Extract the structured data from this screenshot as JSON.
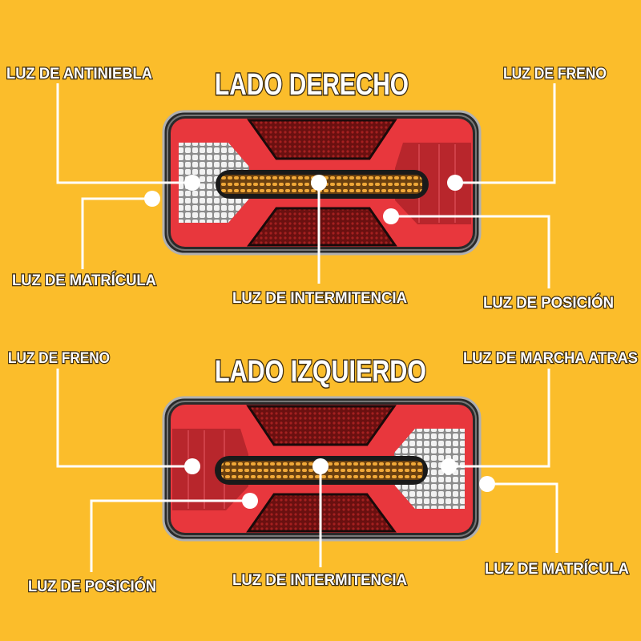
{
  "colors": {
    "background": "#fbbd2b",
    "lamp_red": "#e8373d",
    "amber": "#e8a030",
    "frame": "#9a9a9a"
  },
  "right_side": {
    "title": "LADO DERECHO",
    "labels": {
      "fog": "LUZ DE ANTINIEBLA",
      "plate": "LUZ DE MATRÍCULA",
      "indicator": "LUZ DE INTERMITENCIA",
      "brake": "LUZ DE FRENO",
      "position": "LUZ DE POSICIÓN"
    }
  },
  "left_side": {
    "title": "LADO IZQUIERDO",
    "labels": {
      "brake": "LUZ DE FRENO",
      "position": "LUZ DE POSICIÓN",
      "indicator": "LUZ DE INTERMITENCIA",
      "reverse": "LUZ DE MARCHA ATRAS",
      "plate": "LUZ DE MATRÍCULA"
    }
  }
}
